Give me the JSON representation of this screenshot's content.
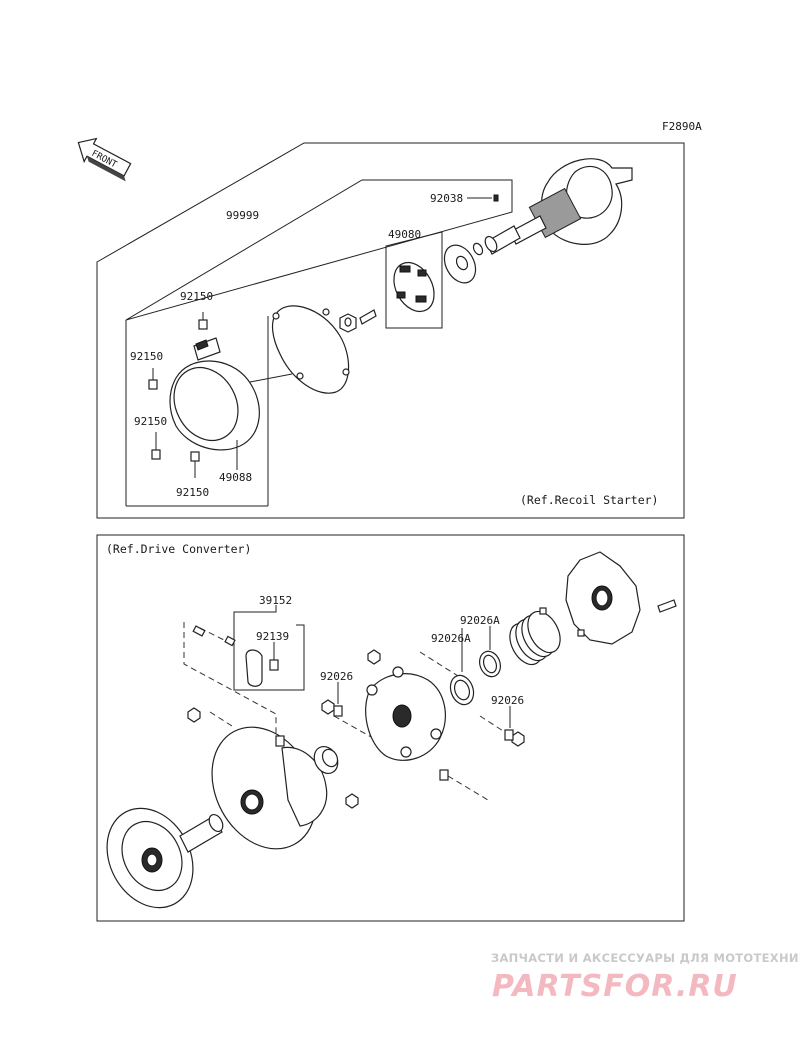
{
  "figure_code": "F2890A",
  "front_label": "FRONT",
  "upper_panel": {
    "ref_note": "(Ref.Recoil Starter)",
    "labels": {
      "p99999": "99999",
      "p92038": "92038",
      "p49080": "49080",
      "p92150_top": "92150",
      "p92150_left": "92150",
      "p92150_mid": "92150",
      "p92150_bottom": "92150",
      "p49088": "49088"
    }
  },
  "lower_panel": {
    "ref_note": "(Ref.Drive Converter)",
    "labels": {
      "p39152": "39152",
      "p92139": "92139",
      "p92026_left": "92026",
      "p92026A_top": "92026A",
      "p92026A_mid": "92026A",
      "p92026_right": "92026"
    }
  },
  "watermark": {
    "tagline": "ЗАПЧАСТИ И АКСЕССУАРЫ ДЛЯ МОТОТЕХНИКИ",
    "brand": "PARTSFOR.RU"
  }
}
